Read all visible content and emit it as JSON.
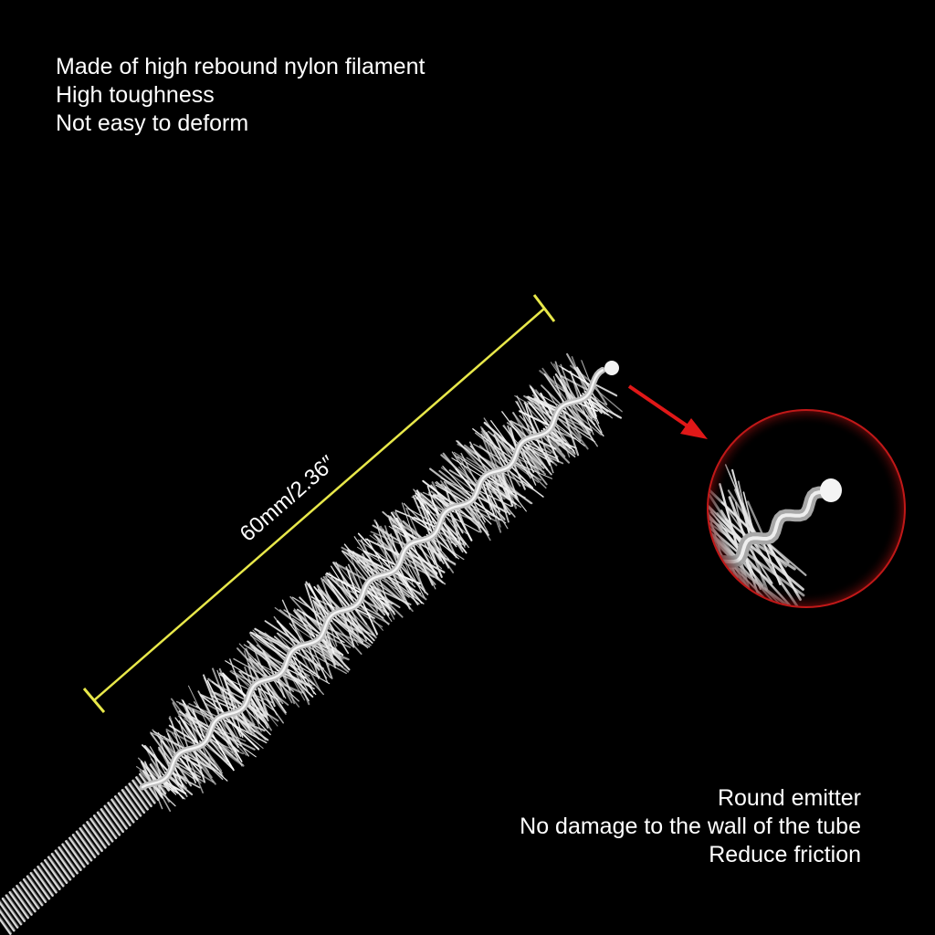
{
  "features_top": {
    "line1": "Made of high rebound nylon filament",
    "line2": "High toughness",
    "line3": "Not easy to deform"
  },
  "features_bottom": {
    "line1": "Round emitter",
    "line2": "No damage to the wall of the tube",
    "line3": "Reduce friction"
  },
  "dimension": {
    "label": "60mm/2.36″"
  },
  "colors": {
    "background": "#000000",
    "text": "#ffffff",
    "dimension_line": "#e8e84a",
    "callout_arrow": "#e01818",
    "zoom_circle_border": "#c01818",
    "bristle": "#f2f2f2",
    "wire": "#c8c8c8"
  },
  "icons": {
    "callout": "red-arrow-icon",
    "zoom": "magnifier-circle"
  }
}
